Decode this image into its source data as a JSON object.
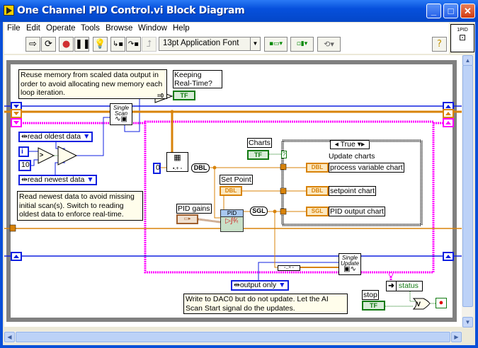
{
  "window": {
    "title": "One Channel PID Control.vi Block Diagram",
    "controls": [
      "minimize",
      "maximize",
      "close"
    ]
  },
  "menu": [
    "File",
    "Edit",
    "Operate",
    "Tools",
    "Browse",
    "Window",
    "Help"
  ],
  "toolbar": {
    "font": "13pt Application Font",
    "buttons": [
      "run-arrow",
      "run-continuously",
      "abort",
      "pause",
      "highlight-execution",
      "step-into",
      "step-over",
      "step-out",
      "align",
      "distribute",
      "reorder",
      "help"
    ]
  },
  "icon_pane": {
    "text": "1PID"
  },
  "diagram": {
    "comments": [
      "Reuse memory from scaled data output in order to avoid allocating new memory each loop iteration.",
      "Read newest data to avoid missing initial scan(s).  Switch to reading oldest data to enforce real-time.",
      "Write to DAC0 but do not update. Let the AI Scan Start signal do the updates."
    ],
    "labels": {
      "keeping_real_time": "Keeping Real-Time?",
      "charts": "Charts",
      "set_point": "Set Point",
      "pid_gains": "PID gains",
      "stop": "stop",
      "status": "status",
      "update_charts": "Update charts"
    },
    "enums": {
      "read_oldest": "read oldest data",
      "read_newest": "read newest data",
      "output_only": "output only"
    },
    "constants": {
      "i": "i",
      "ten": "10",
      "zero": "0"
    },
    "nodes": {
      "single_scan": "Single Scan",
      "single_update": "Single Update",
      "pid": "PID",
      "eq0": "=0",
      "gt": ">"
    },
    "conversions": {
      "dbl": "DBL",
      "sgl": "SGL"
    },
    "case": {
      "selector": "True"
    },
    "indicators": [
      {
        "type": "DBL",
        "label": "process variable chart"
      },
      {
        "type": "DBL",
        "label": "setpoint chart"
      },
      {
        "type": "SGL",
        "label": "PID output chart"
      }
    ],
    "terminal_types": {
      "tf": "TF",
      "dbl": "DBL",
      "sgl": "SGL"
    }
  },
  "colors": {
    "title_bar": "#0650DC",
    "error_wire": "#1020E0",
    "numeric_wire": "#D8830A",
    "sequence_frame": "#FF00FF",
    "boolean": "#127A12",
    "loop": "#808080"
  }
}
